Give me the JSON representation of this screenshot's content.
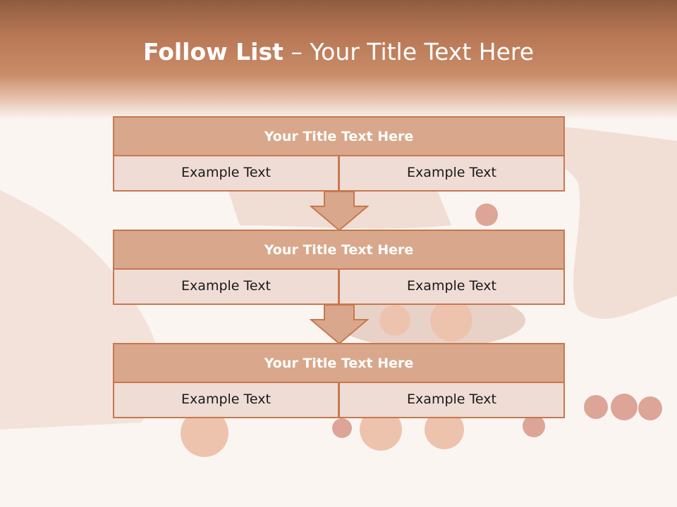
{
  "slide": {
    "title_bold": "Follow List",
    "title_rest": " – Your Title Text Here"
  },
  "blocks": [
    {
      "title": "Your Title Text Here",
      "left": "Example Text",
      "right": "Example Text"
    },
    {
      "title": "Your Title Text Here",
      "left": "Example Text",
      "right": "Example Text"
    },
    {
      "title": "Your Title Text Here",
      "left": "Example Text",
      "right": "Example Text"
    }
  ],
  "colors": {
    "header": "#c98b68",
    "block_title_fill": "#d9a78b",
    "block_cell_fill": "#efdcd4",
    "border": "#c7784f",
    "arrow_fill": "#d9a78b"
  }
}
